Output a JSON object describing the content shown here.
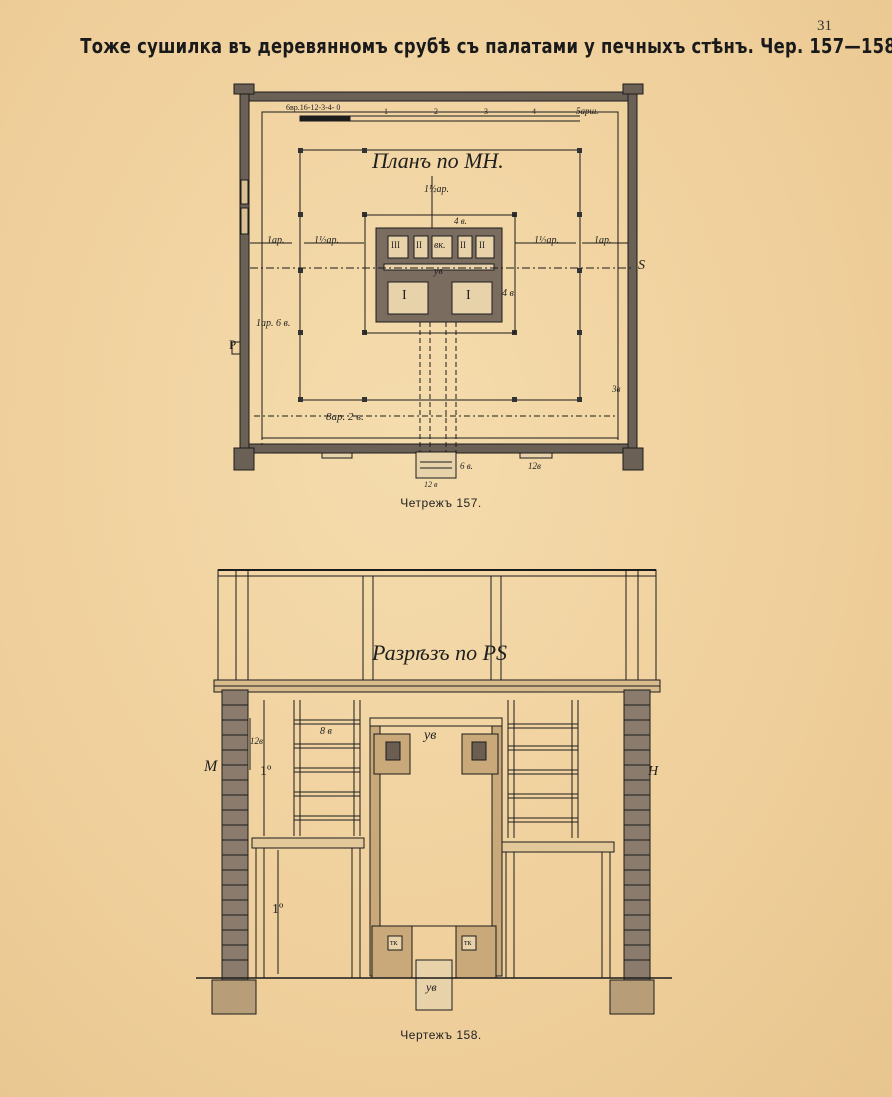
{
  "page": {
    "number": "31",
    "title": "Тоже сушилка въ деревянномъ срубѣ съ палатами у печныхъ стѣнъ. Чер. 157—158."
  },
  "plan": {
    "heading": "Планъ по МН.",
    "scale_left": "6вр.16-12-3-4- 0",
    "scale_marks": [
      "1",
      "2",
      "3",
      "4"
    ],
    "scale_right": "5арш.",
    "dim_top": "1½ар.",
    "dim_4v": "4 в.",
    "dim_left_1ar": "1ар.",
    "dim_left_15ar": "1½ар.",
    "dim_right_15ar": "1½ар.",
    "dim_right_1ar": "1ар.",
    "cell_iii_left": "III",
    "cell_ii_left": "II",
    "cell_vk": "вк.",
    "cell_ii_right": "II",
    "cell_iii_right": "II",
    "cell_uv": "ув",
    "cell_i_left": "I",
    "cell_i_right": "I",
    "dim_4v_right": "4 в.",
    "dim_1ar_6v": "1ар. 6 в.",
    "dim_total": "8ар. 2 в.",
    "dim_3v": "3в",
    "dim_6v": "6 в.",
    "dim_12v_left": "12 в",
    "dim_12v_right": "12в",
    "letter_p": "Р",
    "letter_s": "S",
    "caption": "Четрежъ    157."
  },
  "section": {
    "heading": "Разрѣзъ по РS",
    "label_8v": "8 в",
    "label_uv": "ув",
    "label_12v": "12в",
    "label_1sq_top": "1º",
    "label_1sq_bottom": "1º",
    "label_m": "М",
    "label_n": "Н",
    "tk_left": "тк",
    "tk_right": "тк",
    "label_uv_bottom": "ув",
    "caption": "Чертежъ 158."
  }
}
